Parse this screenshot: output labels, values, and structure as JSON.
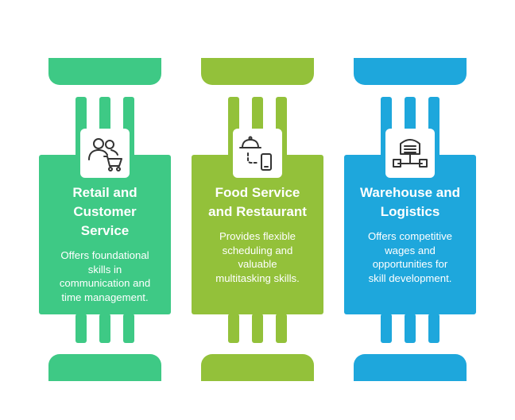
{
  "pillars": [
    {
      "title_lines": [
        "Retail and",
        "Customer",
        "Service"
      ],
      "description_lines": [
        "Offers foundational",
        "skills in",
        "communication and",
        "time management."
      ],
      "icon": "people-shopping-cart-icon",
      "color": "#3ec985"
    },
    {
      "title_lines": [
        "Food Service",
        "and Restaurant"
      ],
      "description_lines": [
        "Provides flexible",
        "scheduling and",
        "valuable",
        "multitasking skills."
      ],
      "icon": "cloche-phone-icon",
      "color": "#93c13a"
    },
    {
      "title_lines": [
        "Warehouse and",
        "Logistics"
      ],
      "description_lines": [
        "Offers competitive",
        "wages and",
        "opportunities for",
        "skill development."
      ],
      "icon": "warehouse-network-icon",
      "color": "#1ea7dc"
    }
  ]
}
